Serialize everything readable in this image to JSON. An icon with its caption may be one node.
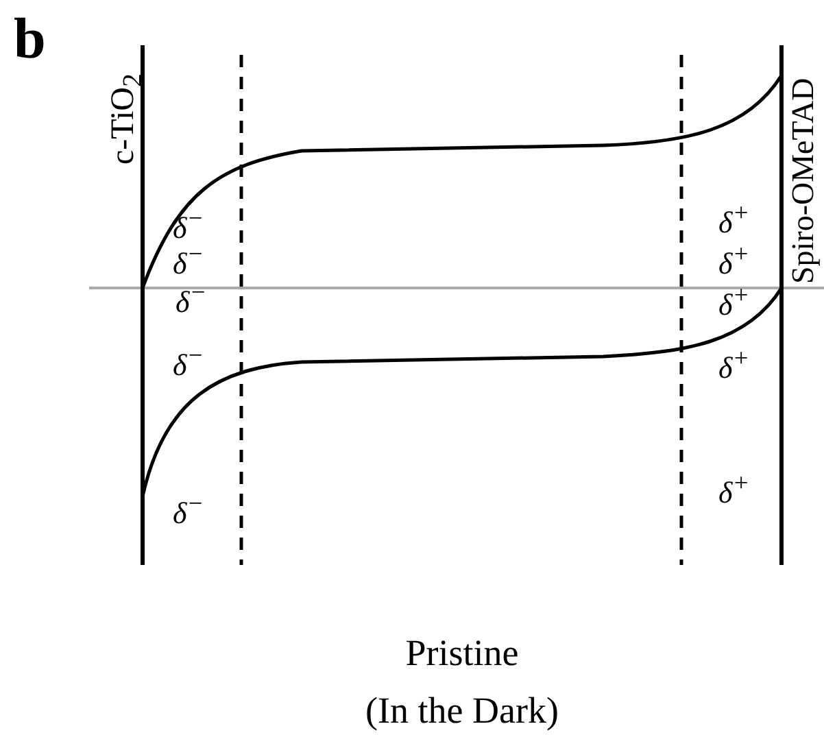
{
  "diagram": {
    "caption": "Pristine (In the Dark)",
    "labels": [
      "b",
      "c-TiO$_{2}$",
      "δ$^{−}$",
      "δ$^{+}$",
      "Spiro-OMeTAD",
      "δ$^{−}$",
      "δ$^{+}$",
      "δ$^{−}$",
      "δ$^{+}$",
      "δ$^{−}$",
      "δ$^{+}$",
      "δ$^{+}$",
      "δ$^{−}$"
    ]
  }
}
